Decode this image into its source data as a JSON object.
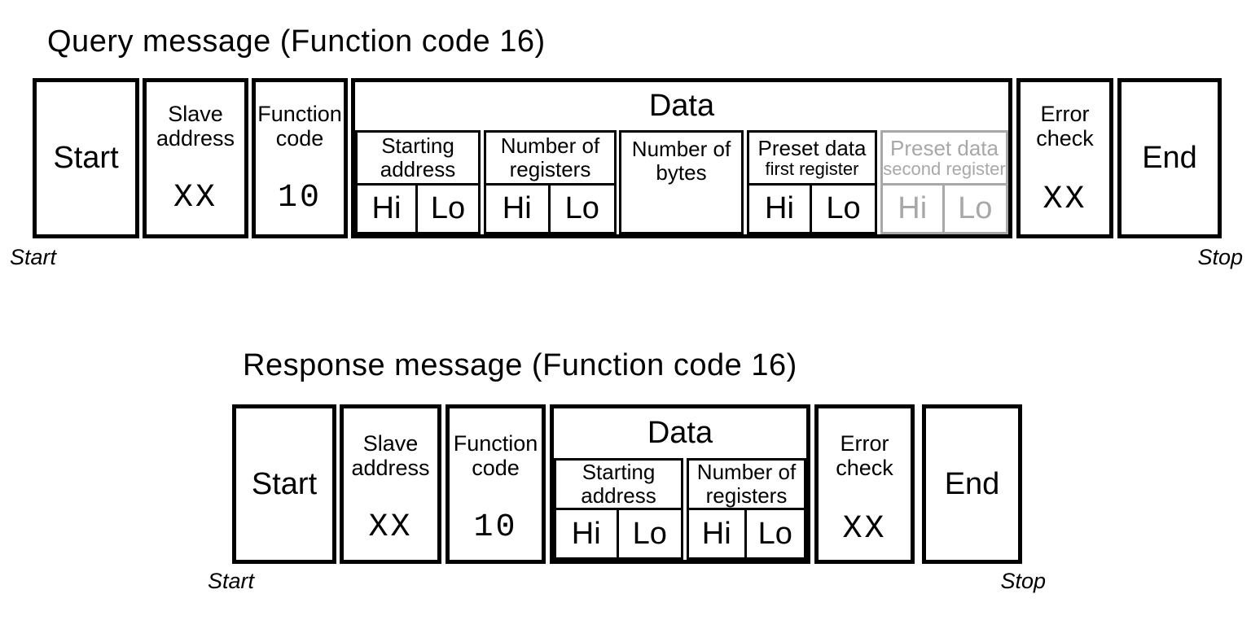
{
  "colors": {
    "ink": "#000000",
    "muted": "#a8a8a8",
    "background": "#ffffff"
  },
  "query": {
    "title": "Query message (Function code 16)",
    "start_box": "Start",
    "slave_address": {
      "label": "Slave\naddress",
      "value": "XX"
    },
    "function_code": {
      "label": "Function\ncode",
      "value": "10"
    },
    "data": {
      "label": "Data",
      "starting_address": {
        "label": "Starting\naddress",
        "hi": "Hi",
        "lo": "Lo"
      },
      "number_of_registers": {
        "label": "Number of\nregisters",
        "hi": "Hi",
        "lo": "Lo"
      },
      "number_of_bytes": {
        "label": "Number of\nbytes"
      },
      "preset_data_first": {
        "line1": "Preset data",
        "line2": "first register",
        "hi": "Hi",
        "lo": "Lo"
      },
      "preset_data_second": {
        "line1": "Preset data",
        "line2": "second register",
        "hi": "Hi",
        "lo": "Lo"
      }
    },
    "error_check": {
      "label": "Error\ncheck",
      "value": "XX"
    },
    "end_box": "End",
    "start_caption": "Start",
    "stop_caption": "Stop"
  },
  "response": {
    "title": "Response message (Function code 16)",
    "start_box": "Start",
    "slave_address": {
      "label": "Slave\naddress",
      "value": "XX"
    },
    "function_code": {
      "label": "Function\ncode",
      "value": "10"
    },
    "data": {
      "label": "Data",
      "starting_address": {
        "label": "Starting\naddress",
        "hi": "Hi",
        "lo": "Lo"
      },
      "number_of_registers": {
        "label": "Number of\nregisters",
        "hi": "Hi",
        "lo": "Lo"
      }
    },
    "error_check": {
      "label": "Error\ncheck",
      "value": "XX"
    },
    "end_box": "End",
    "start_caption": "Start",
    "stop_caption": "Stop"
  }
}
